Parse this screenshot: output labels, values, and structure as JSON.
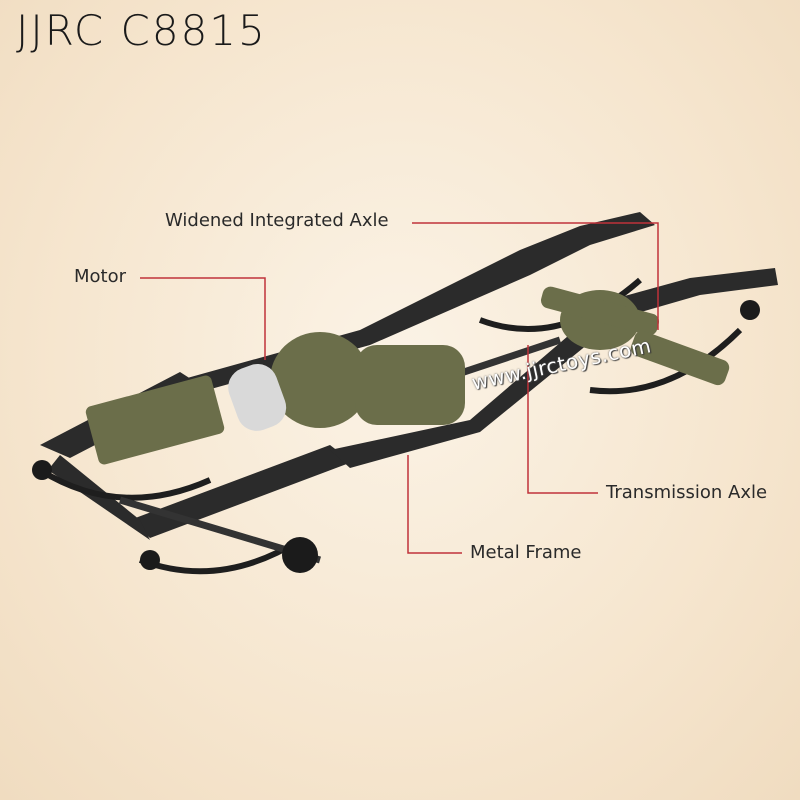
{
  "title": "JJRC C8815",
  "labels": {
    "axle": "Widened Integrated Axle",
    "motor": "Motor",
    "transmission": "Transmission Axle",
    "frame": "Metal Frame"
  },
  "watermark": "www.jjrctoys.com",
  "colors": {
    "leader": "#c0323a",
    "frame": "#2b2b2b",
    "gear": "#6b6e4a"
  }
}
